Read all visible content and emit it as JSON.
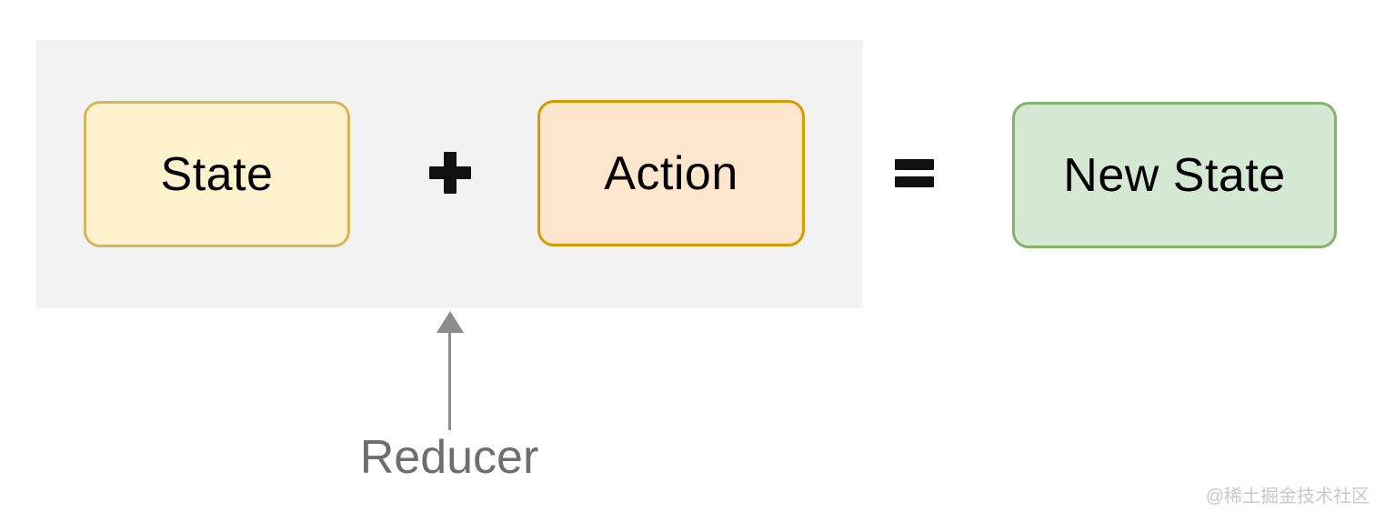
{
  "diagram": {
    "title_meaning": "State + Action = New State (via Reducer)",
    "panel": {
      "background": "#f2f2f3"
    },
    "nodes": {
      "state": {
        "label": "State",
        "fill": "#fff2cc",
        "stroke": "#d6b656"
      },
      "action": {
        "label": "Action",
        "fill": "#ffe6cc",
        "stroke": "#d79b00"
      },
      "new_state": {
        "label": "New State",
        "fill": "#d5e8d4",
        "stroke": "#82b366"
      }
    },
    "operators": {
      "plus": "+",
      "equals": "=",
      "color": "#111111"
    },
    "annotation": {
      "label": "Reducer",
      "text_color": "#6e6e6e",
      "arrow_color": "#8c8c8c",
      "arrow_direction": "up"
    }
  },
  "watermark": {
    "text": "@稀土掘金技术社区",
    "color": "#c9c9c9"
  }
}
